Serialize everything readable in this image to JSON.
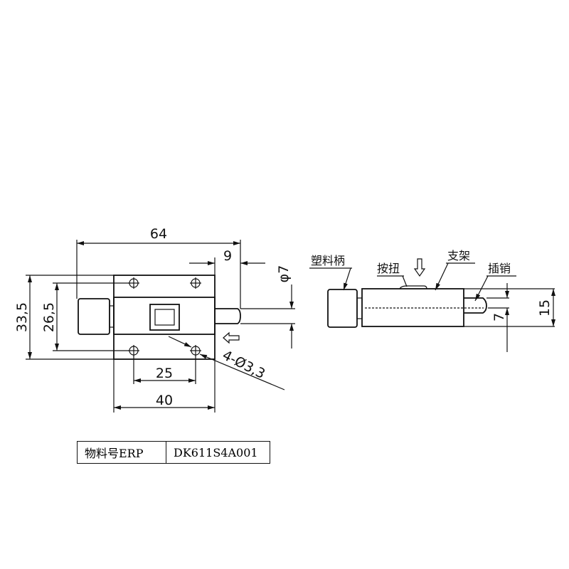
{
  "left_view": {
    "dim_overall_length": "64",
    "dim_pin_length": "9",
    "dim_pin_diameter": "φ7",
    "dim_plate_height": "33,5",
    "dim_hole_vertical_spacing": "26,5",
    "dim_hole_horizontal_spacing": "25",
    "dim_plate_width": "40",
    "dim_holes": "4-Ø3,3"
  },
  "side_view": {
    "label_handle": "塑料柄",
    "label_button": "按扭",
    "label_bracket": "支架",
    "label_pin": "插销",
    "dim_pin_height": "7",
    "dim_body_height": "15"
  },
  "info_table": {
    "key": "物料号ERP",
    "value": "DK611S4A001"
  }
}
